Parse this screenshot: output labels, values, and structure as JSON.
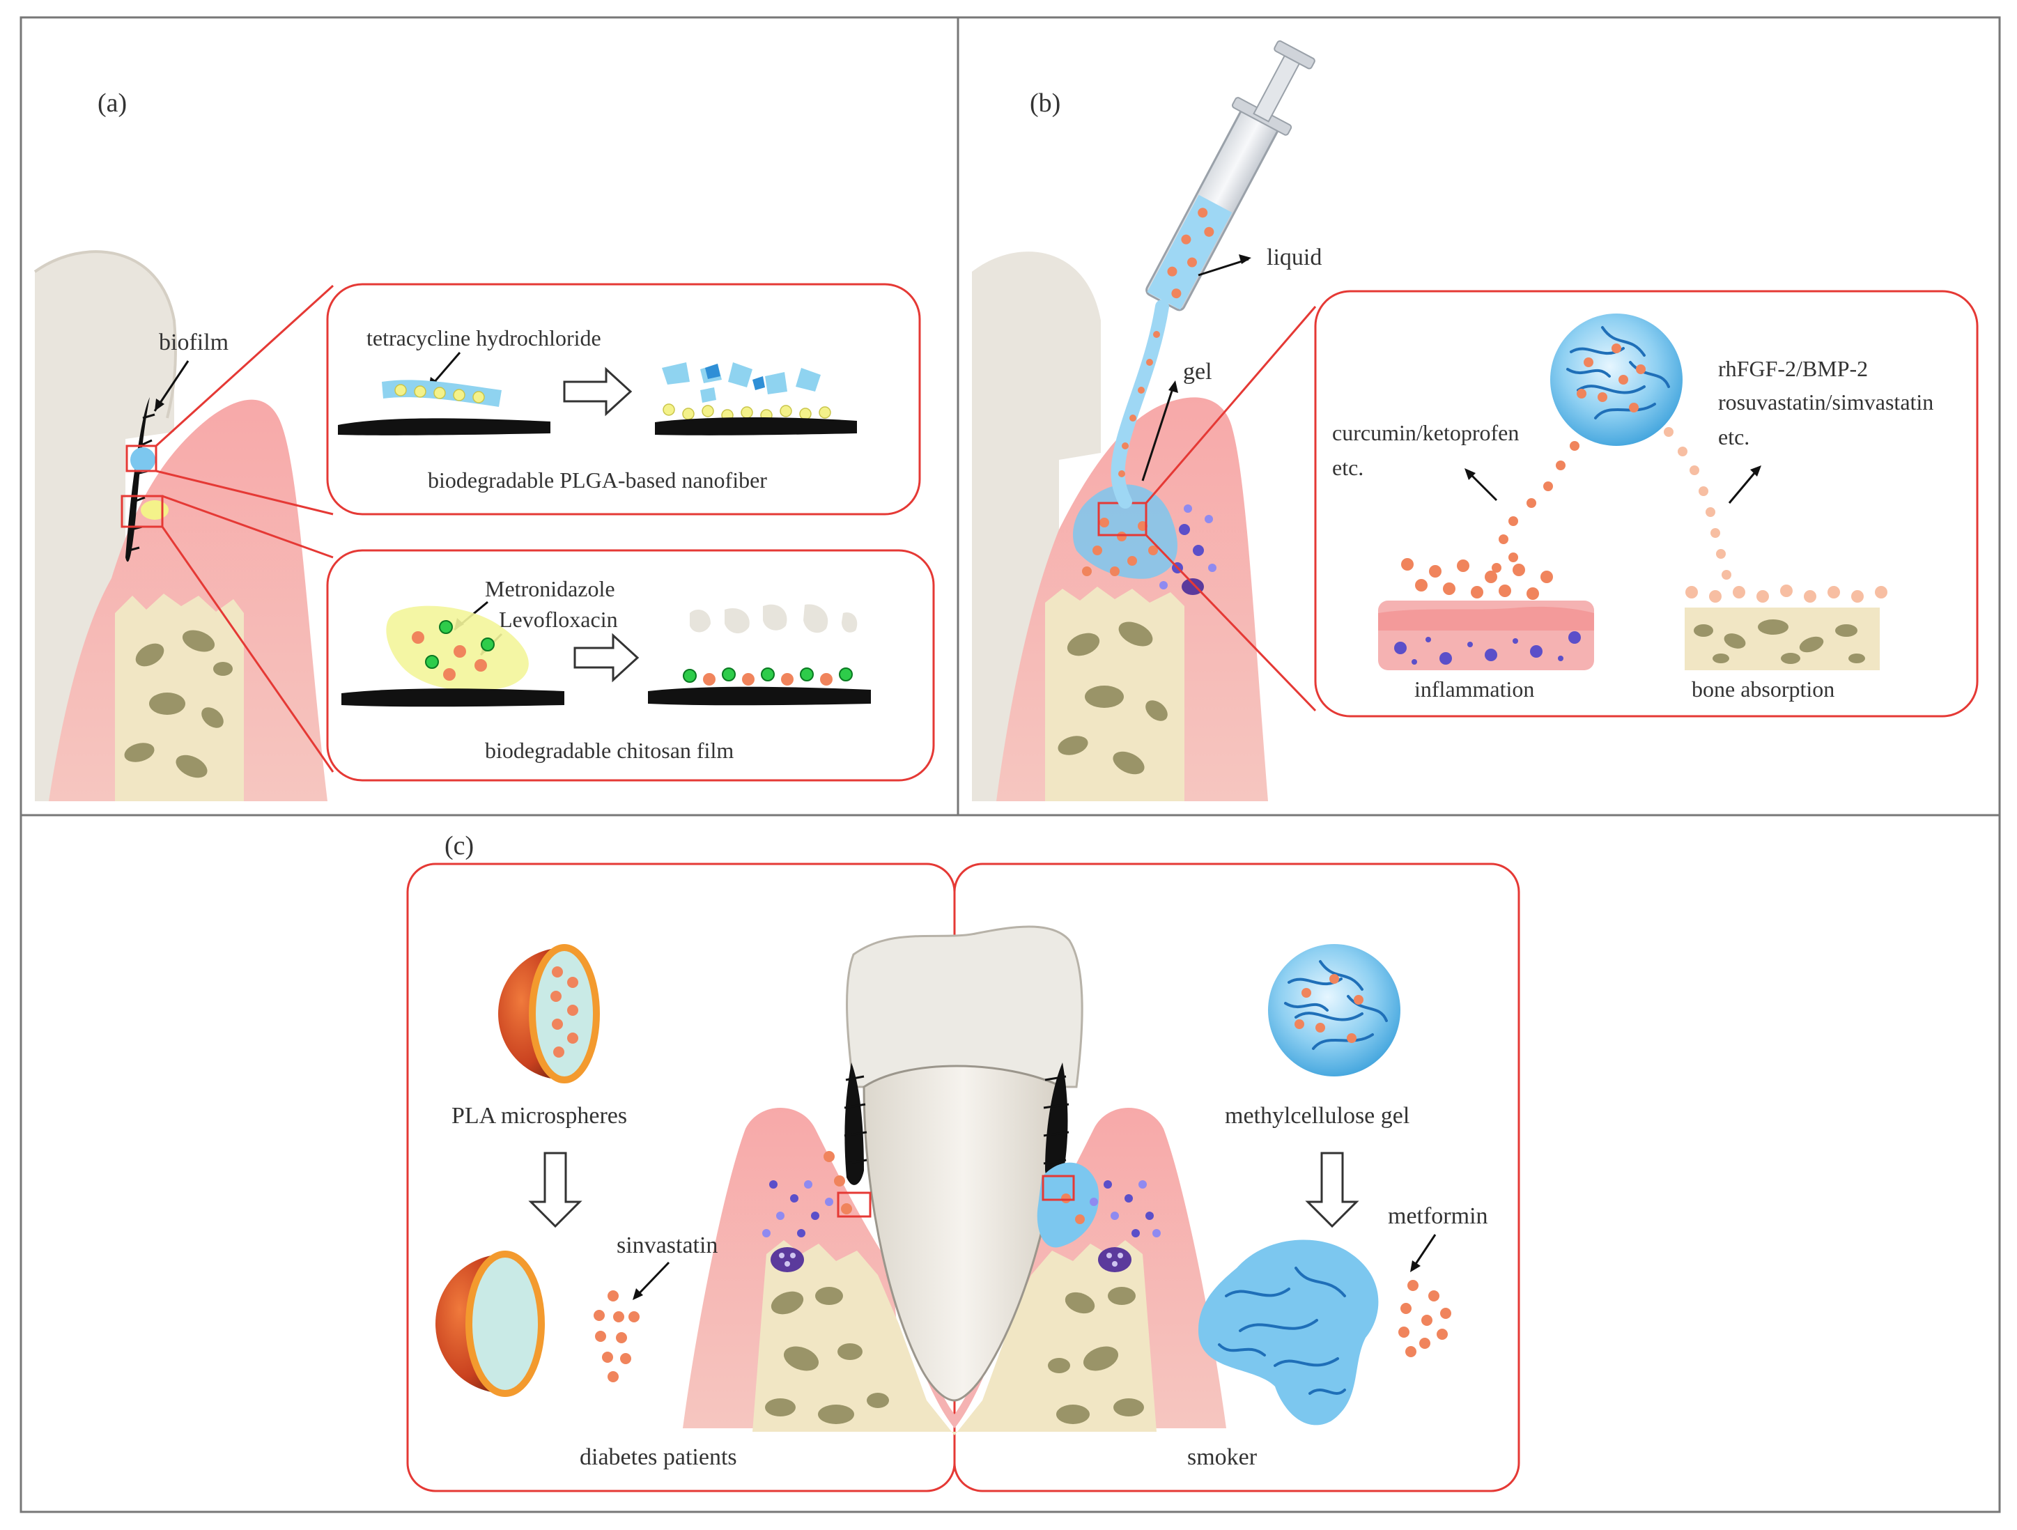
{
  "panels": {
    "a": {
      "letter": "(a)",
      "biofilm_label": "biofilm",
      "top_box": {
        "drug_label": "tetracycline hydrochloride",
        "caption": "biodegradable PLGA-based nanofiber"
      },
      "bottom_box": {
        "drug_label_1": "Metronidazole",
        "drug_label_2": "Levofloxacin",
        "caption": "biodegradable chitosan film"
      }
    },
    "b": {
      "letter": "(b)",
      "liquid_label": "liquid",
      "gel_label": "gel",
      "inset": {
        "left_drugs_1": "curcumin/ketoprofen",
        "left_drugs_2": "etc.",
        "right_drugs_1": "rhFGF-2/BMP-2",
        "right_drugs_2": "rosuvastatin/simvastatin",
        "right_drugs_3": "etc.",
        "left_caption": "inflammation",
        "right_caption": "bone absorption"
      }
    },
    "c": {
      "letter": "(c)",
      "left": {
        "carrier_label": "PLA microspheres",
        "drug_label": "sinvastatin",
        "caption": "diabetes patients"
      },
      "right": {
        "carrier_label": "methylcellulose gel",
        "drug_label": "metformin",
        "caption": "smoker"
      }
    }
  },
  "colors": {
    "frame_gray": "#777777",
    "callout_red": "#e53935",
    "gum_pink": "#f4b4b4",
    "bone_cream": "#f1e6c4",
    "bone_spot": "#9a9468",
    "tooth": "#ece8e0",
    "drug_orange": "#f0845c",
    "gel_blue": "#5bb6e6",
    "fiber_blue": "#2d8ad1",
    "cell_purple": "#5b4fc9"
  }
}
